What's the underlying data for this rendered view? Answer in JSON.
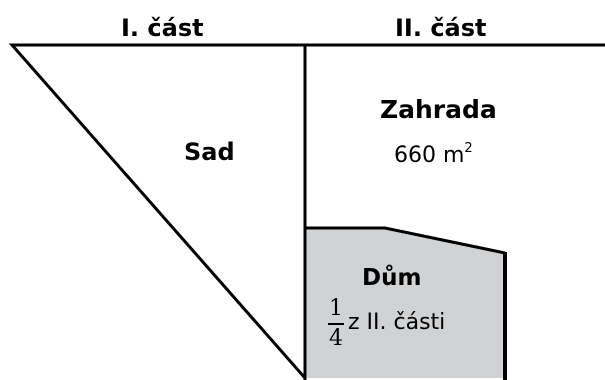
{
  "headers": {
    "part1": "I. část",
    "part2": "II. část"
  },
  "regions": {
    "orchard": "Sad",
    "garden": {
      "name": "Zahrada",
      "area_value": "660 m",
      "area_exponent": "2"
    },
    "house": {
      "name": "Dům",
      "fraction_numerator": "1",
      "fraction_denominator": "4",
      "fraction_text": "z II. části"
    }
  },
  "colors": {
    "house_fill": "#d1d2d4",
    "lines": "#000000"
  }
}
